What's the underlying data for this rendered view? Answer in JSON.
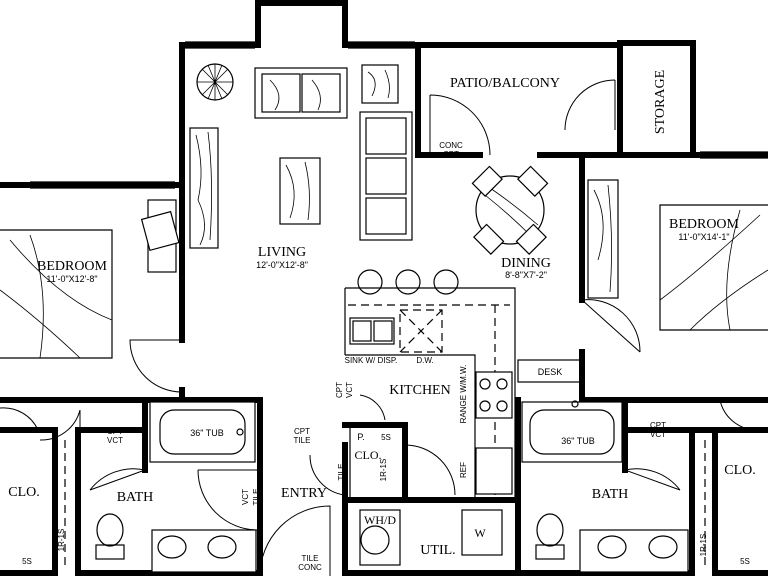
{
  "rooms": {
    "patio": "PATIO/BALCONY",
    "storage": "STORAGE",
    "living": "LIVING",
    "living_dim": "12'-0\"X12'-8\"",
    "dining": "DINING",
    "dining_dim": "8'-8\"X7'-2\"",
    "bedroom_left": "BEDROOM",
    "bedroom_left_dim": "11'-0\"X12'-8\"",
    "bedroom_right": "BEDROOM",
    "bedroom_right_dim": "11'-0\"X14'-1\"",
    "kitchen": "KITCHEN",
    "bath_left": "BATH",
    "bath_right": "BATH",
    "closet_left": "CLO.",
    "closet_right": "CLO.",
    "closet_center": "CLO.",
    "entry": "ENTRY",
    "util": "UTIL."
  },
  "fixtures": {
    "tub_left": "36\" TUB",
    "tub_right": "36\" TUB",
    "sink": "SINK W/ DISP.",
    "dw": "D.W.",
    "range": "RANGE W/M.W.",
    "desk": "DESK",
    "ref": "REF",
    "wh": "WH/D",
    "washer": "W",
    "pantry": "P.",
    "shelf_5s": "5S",
    "shelf_1r1s": "1R-1S"
  },
  "materials": {
    "conc": "CONC",
    "cpt": "CPT",
    "vct": "VCT",
    "tile": "TILE"
  }
}
